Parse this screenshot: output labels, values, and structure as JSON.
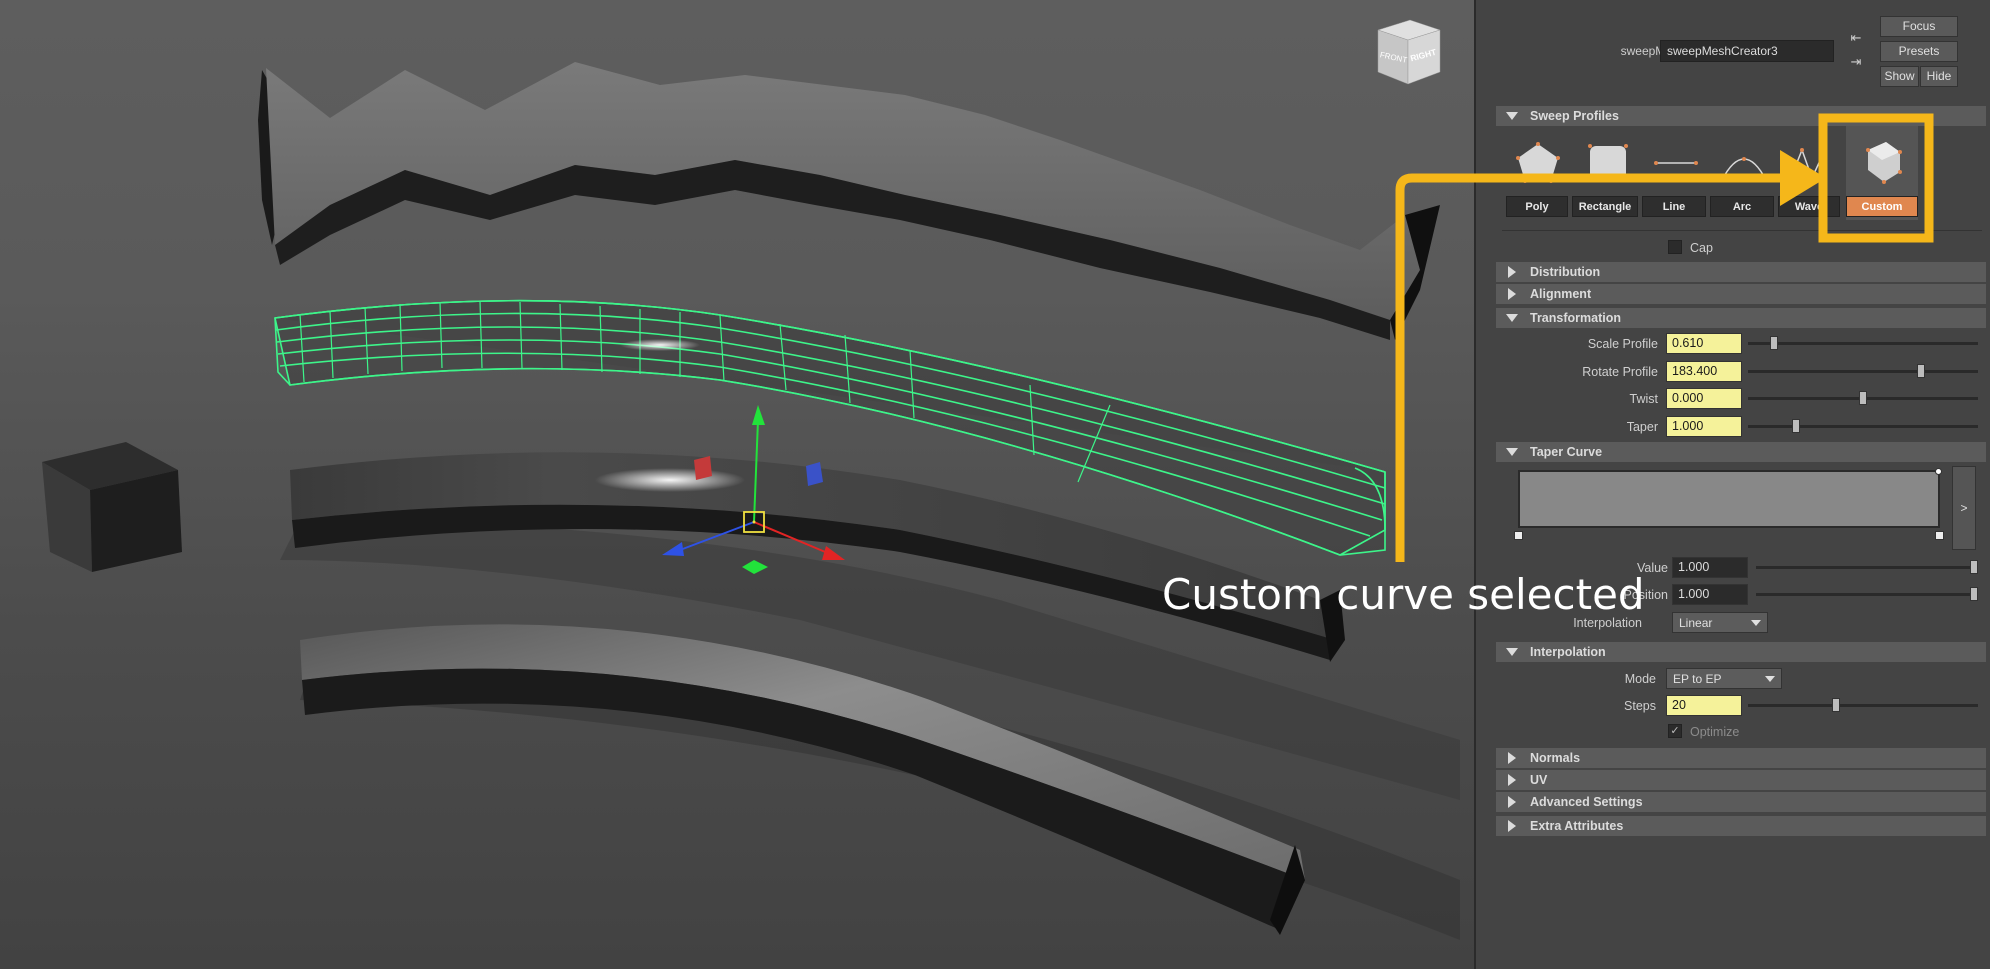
{
  "node": {
    "label": "sweepMeshCreator:",
    "value": "sweepMeshCreator3"
  },
  "top_buttons": {
    "focus": "Focus",
    "presets": "Presets",
    "show": "Show",
    "hide": "Hide"
  },
  "sections": {
    "sweep_profiles": "Sweep Profiles",
    "distribution": "Distribution",
    "alignment": "Alignment",
    "transformation": "Transformation",
    "taper_curve": "Taper Curve",
    "interpolation": "Interpolation",
    "normals": "Normals",
    "uv": "UV",
    "advanced_settings": "Advanced Settings",
    "extra_attributes": "Extra Attributes"
  },
  "profiles": [
    {
      "label": "Poly",
      "icon": "pentagon-profile-icon"
    },
    {
      "label": "Rectangle",
      "icon": "rectangle-profile-icon"
    },
    {
      "label": "Line",
      "icon": "line-profile-icon"
    },
    {
      "label": "Arc",
      "icon": "arc-profile-icon"
    },
    {
      "label": "Wave",
      "icon": "wave-profile-icon"
    },
    {
      "label": "Custom",
      "icon": "custom-profile-icon",
      "active": true
    }
  ],
  "cap": {
    "label": "Cap",
    "checked": false
  },
  "transformation": {
    "scale_profile": {
      "label": "Scale Profile",
      "value": "0.610",
      "slider": 0.1
    },
    "rotate_profile": {
      "label": "Rotate Profile",
      "value": "183.400",
      "slider": 0.76
    },
    "twist": {
      "label": "Twist",
      "value": "0.000",
      "slider": 0.5
    },
    "taper": {
      "label": "Taper",
      "value": "1.000",
      "slider": 0.2
    }
  },
  "taper_curve": {
    "expand_label": ">",
    "value": {
      "label": "Value",
      "value": "1.000",
      "slider": 1.0
    },
    "position": {
      "label": "Position",
      "value": "1.000",
      "slider": 1.0
    },
    "interpolation": {
      "label": "Interpolation",
      "value": "Linear"
    }
  },
  "interpolation": {
    "mode": {
      "label": "Mode",
      "value": "EP to EP"
    },
    "steps": {
      "label": "Steps",
      "value": "20",
      "slider": 0.38
    },
    "optimize": {
      "label": "Optimize",
      "checked": true
    }
  },
  "viewcube": {
    "faces": [
      "FRONT",
      "RIGHT"
    ]
  },
  "annotation": {
    "text": "Custom curve selected",
    "color": "#f5b71a"
  },
  "colors": {
    "active_profile": "#e0874f",
    "highlight_field": "#f5f29a",
    "wireframe": "#3df58a"
  }
}
